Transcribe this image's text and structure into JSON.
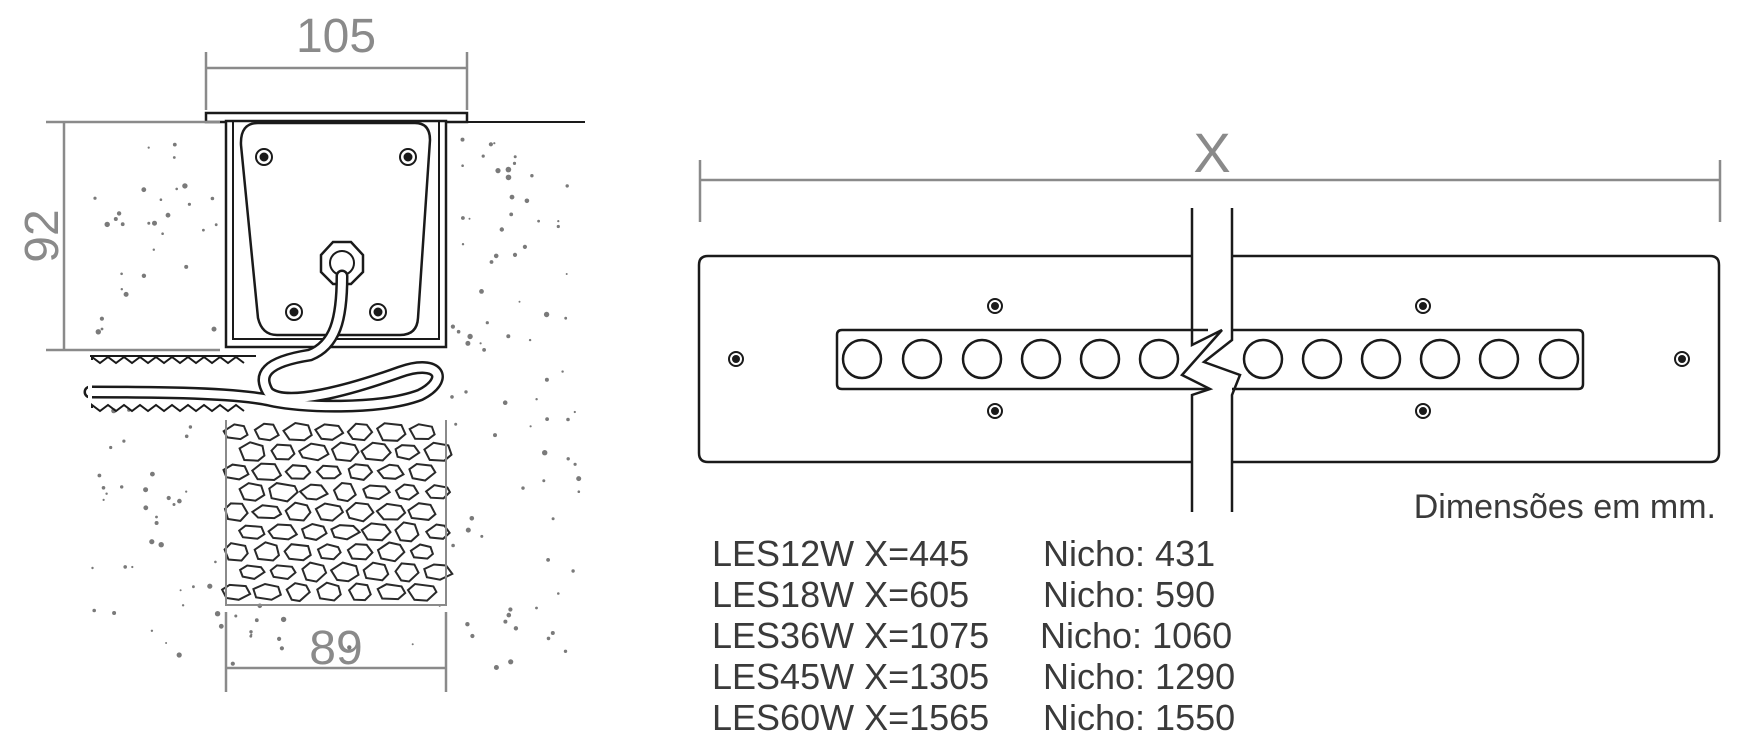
{
  "section_view": {
    "width_top": "105",
    "height_left": "92",
    "width_bottom": "89"
  },
  "top_view": {
    "overall_length_label": "X"
  },
  "units_note": "Dimensões em mm.",
  "models": [
    {
      "model": "LES12W X=445",
      "niche": "Nicho: 431"
    },
    {
      "model": "LES18W X=605",
      "niche": "Nicho: 590"
    },
    {
      "model": "LES36W X=1075",
      "niche": "Nicho: 1060"
    },
    {
      "model": "LES45W X=1305",
      "niche": "Nicho: 1290"
    },
    {
      "model": "LES60W X=1565",
      "niche": "Nicho: 1550"
    }
  ],
  "colors": {
    "line": "#1a1a1a",
    "dimension": "#8a8a8a",
    "text": "#3a3a3a"
  }
}
